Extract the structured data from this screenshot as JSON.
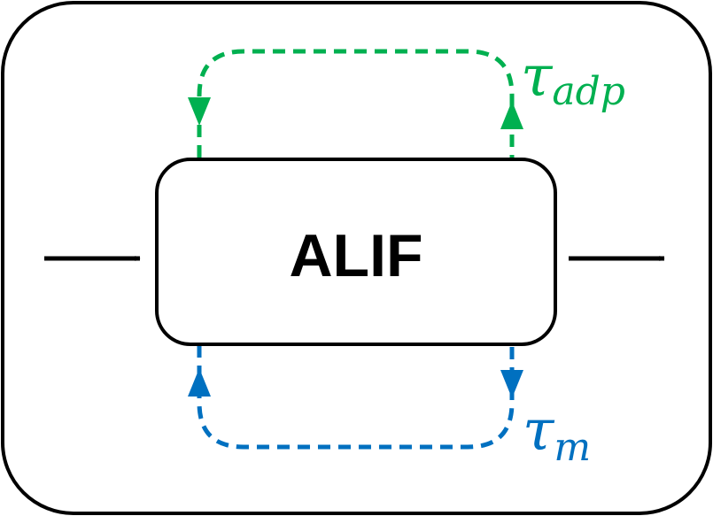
{
  "diagram": {
    "block_label": "ALIF",
    "adaptation_loop": {
      "symbol": "τ",
      "subscript": "adp",
      "color": "#00b050"
    },
    "membrane_loop": {
      "symbol": "τ",
      "subscript": "m",
      "color": "#0070c0"
    },
    "outline_color": "#000000"
  }
}
